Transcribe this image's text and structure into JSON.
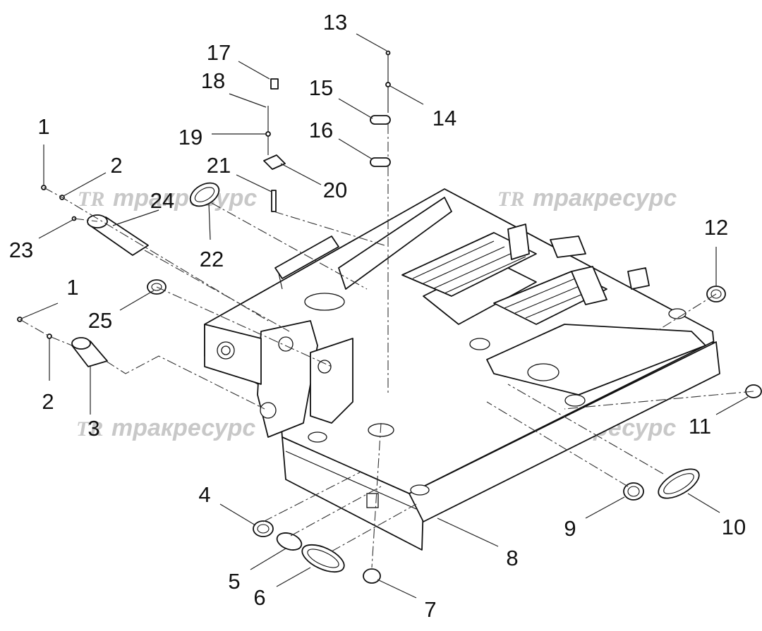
{
  "callouts": [
    "1",
    "2",
    "23",
    "24",
    "22",
    "1",
    "25",
    "2",
    "3",
    "17",
    "18",
    "19",
    "21",
    "20",
    "13",
    "15",
    "14",
    "16",
    "12",
    "11",
    "4",
    "5",
    "6",
    "7",
    "8",
    "9",
    "10"
  ],
  "watermark": {
    "logo": "TR",
    "text": "тракресурс"
  }
}
